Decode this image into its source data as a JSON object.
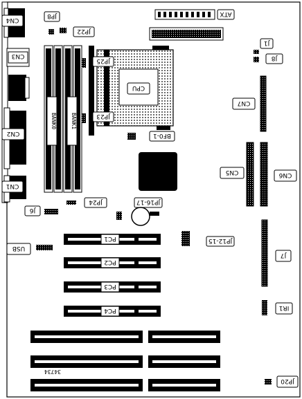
{
  "diagram": {
    "labels": {
      "jp8": "JP8",
      "jp22": "JP22",
      "atx": "ATX",
      "cn4": "CN4",
      "cn3": "CN3",
      "cn2": "CN2",
      "cn1": "CN1",
      "jp25": "JP25",
      "jp23": "JP23",
      "cpu": "CPU",
      "j1": "J1",
      "j8": "J8",
      "cn7": "CN7",
      "bf01": "BF0-1",
      "cn5": "CN5",
      "cn6": "CN6",
      "jp24": "JP24",
      "jp16_17": "JP16-17",
      "j6": "J6",
      "jp12_15": "JP12-15",
      "usb": "USB",
      "j7": "J7",
      "pc1": "PC1",
      "pc2": "PC2",
      "pc3": "PC3",
      "pc4": "PC4",
      "ir1": "IR1",
      "jp20": "JP20",
      "bank0": "BANK0",
      "bank1": "BANK1",
      "code": "34734"
    }
  }
}
